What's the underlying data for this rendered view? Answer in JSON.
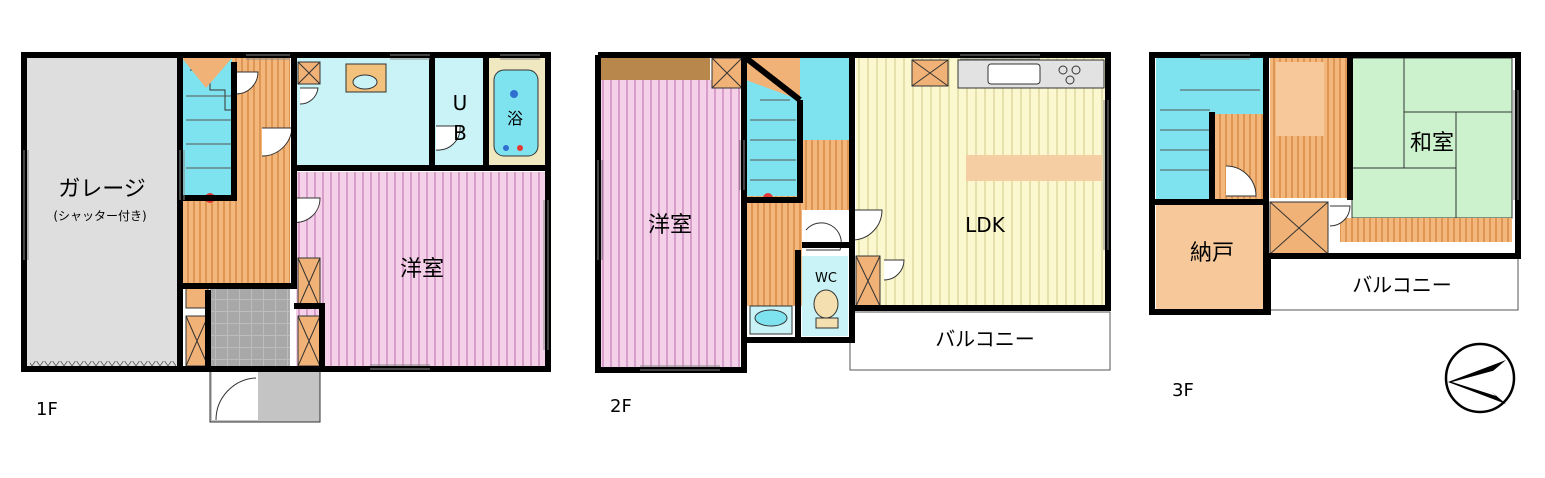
{
  "floor1": {
    "label": "1F",
    "garage": "ガレージ",
    "garage_note": "(シャッター付き)",
    "unit_bath_u": "U",
    "unit_bath_b": "B",
    "bath": "浴",
    "western_room": "洋室"
  },
  "floor2": {
    "label": "2F",
    "western_room": "洋室",
    "ldk": "LDK",
    "toilet": "WC",
    "balcony": "バルコニー"
  },
  "floor3": {
    "label": "3F",
    "japanese_room": "和室",
    "storage": "納戸",
    "balcony": "バルコニー"
  },
  "colors": {
    "wall": "#000000",
    "garage": "#dcdcdc",
    "stairs": "#7fe3ef",
    "hall": "#f1b277",
    "western_room": "#f2c9e4",
    "ldk": "#fbf7c6",
    "bathroom": "#c9f3f6",
    "storage": "#f6c89a",
    "tatami": "#ccf1cd",
    "closet": "#f6c89a"
  },
  "icons": [
    "compass-icon"
  ]
}
